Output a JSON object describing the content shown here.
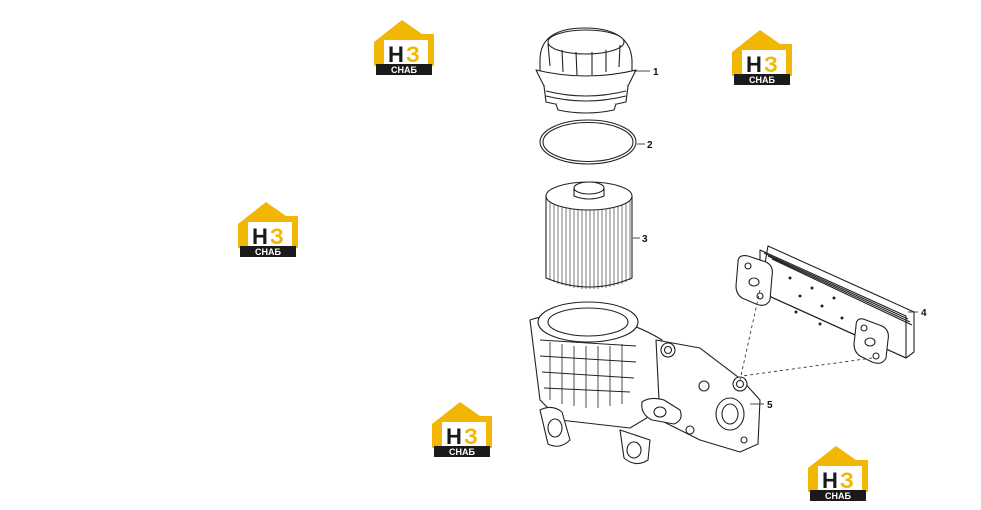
{
  "watermark": {
    "letters": "НЗ",
    "caption": "СНАБ",
    "color": "#f2b705",
    "dark": "#1a1a1a"
  },
  "callouts": [
    {
      "num": "1",
      "part": "filter cap"
    },
    {
      "num": "2",
      "part": "o-ring"
    },
    {
      "num": "3",
      "part": "filter element"
    },
    {
      "num": "4",
      "part": "oil cooler"
    },
    {
      "num": "5",
      "part": "filter housing"
    }
  ]
}
